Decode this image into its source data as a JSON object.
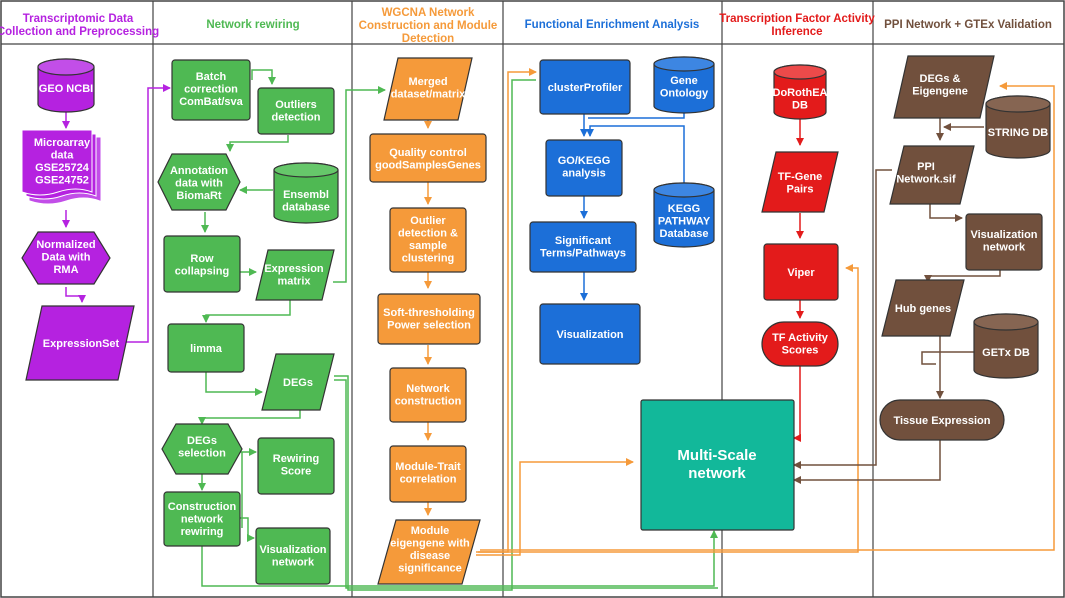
{
  "colors": {
    "purple": "#b522e0",
    "green": "#4fb953",
    "orange": "#f59a3a",
    "blue": "#1c6fd8",
    "red": "#e31b1b",
    "brown": "#71503d",
    "teal": "#12b89a"
  },
  "headers": {
    "col1": [
      "Transcriptomic Data",
      "Collection and Preprocessing"
    ],
    "col2": [
      "Network rewiring"
    ],
    "col3": [
      "WGCNA Network",
      "Construction and Module",
      "Detection"
    ],
    "col4": [
      "Functional Enrichment Analysis"
    ],
    "col5": [
      "Transcription Factor Activity",
      "Inference"
    ],
    "col6": [
      "PPI Network + GTEx Validation"
    ]
  },
  "nodes": {
    "geo": [
      "GEO NCBI"
    ],
    "microarray": [
      "Microarray",
      "data",
      "GSE25724",
      "GSE24752"
    ],
    "normalized": [
      "Normalized",
      "Data with",
      "RMA"
    ],
    "expressionset": [
      "ExpressionSet"
    ],
    "batch": [
      "Batch",
      "correction",
      "ComBat/sva"
    ],
    "outliers": [
      "Outliers",
      "detection"
    ],
    "annotation": [
      "Annotation",
      "data with",
      "BiomaRt"
    ],
    "ensembl": [
      "Ensembl",
      "database"
    ],
    "rowcollapse": [
      "Row",
      "collapsing"
    ],
    "exprmatrix": [
      "Expression",
      "matrix"
    ],
    "limma": [
      "limma"
    ],
    "degs_green": [
      "DEGs"
    ],
    "degsel": [
      "DEGs",
      "selection"
    ],
    "rewscore": [
      "Rewiring",
      "Score"
    ],
    "construction": [
      "Construction",
      "network",
      "rewiring"
    ],
    "vis_green": [
      "Visualization",
      "network"
    ],
    "merged": [
      "Merged",
      "dataset/matrix"
    ],
    "qc": [
      "Quality control",
      "goodSamplesGenes"
    ],
    "outlier_det": [
      "Outlier",
      "detection &",
      "sample",
      "clustering"
    ],
    "softthresh": [
      "Soft-thresholding",
      "Power selection"
    ],
    "netcons": [
      "Network",
      "construction"
    ],
    "moduletrait": [
      "Module-Trait",
      "correlation"
    ],
    "eigengene": [
      "Module",
      "eigengene with",
      "disease",
      "significance"
    ],
    "clusterprofiler": [
      "clusterProfiler"
    ],
    "geneontology": [
      "Gene",
      "Ontology"
    ],
    "gokegg": [
      "GO/KEGG",
      "analysis"
    ],
    "keggdb": [
      "KEGG",
      "PATHWAY",
      "Database"
    ],
    "sigterms": [
      "Significant",
      "Terms/Pathways"
    ],
    "vis_blue": [
      "Visualization"
    ],
    "dorothea": [
      "DoRothEA",
      "DB"
    ],
    "tfgene": [
      "TF-Gene",
      "Pairs"
    ],
    "viper": [
      "Viper"
    ],
    "tfscores": [
      "TF Activity",
      "Scores"
    ],
    "multiscale": [
      "Multi-Scale",
      "network"
    ],
    "degs_eigen": [
      "DEGs &",
      "Eigengene"
    ],
    "stringdb": [
      "STRING DB"
    ],
    "ppi": [
      "PPI",
      "Network.sif"
    ],
    "vis_brown": [
      "Visualization",
      "network"
    ],
    "hubgenes": [
      "Hub genes"
    ],
    "gtexdb": [
      "GETx DB"
    ],
    "tissue": [
      "Tissue Expression"
    ]
  }
}
